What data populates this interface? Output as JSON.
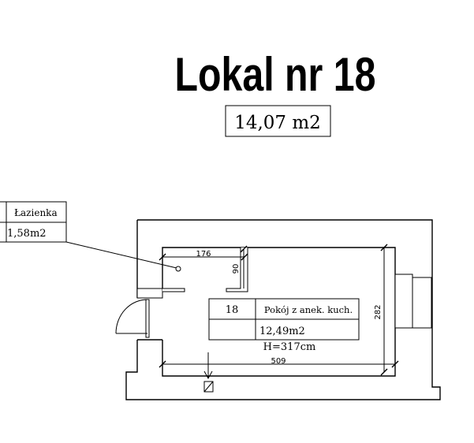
{
  "title": "Lokal nr 18",
  "total_area": "14,07 m2",
  "bathroom": {
    "name": "Łazienka",
    "area": "1,58m2"
  },
  "main_room": {
    "number": "18",
    "name": "Pokój z anek. kuch.",
    "area": "12,49m2",
    "height": "H=317cm"
  },
  "dimensions": {
    "bathroom_width": "176",
    "bathroom_depth": "90",
    "room_length": "509",
    "room_width": "282"
  }
}
